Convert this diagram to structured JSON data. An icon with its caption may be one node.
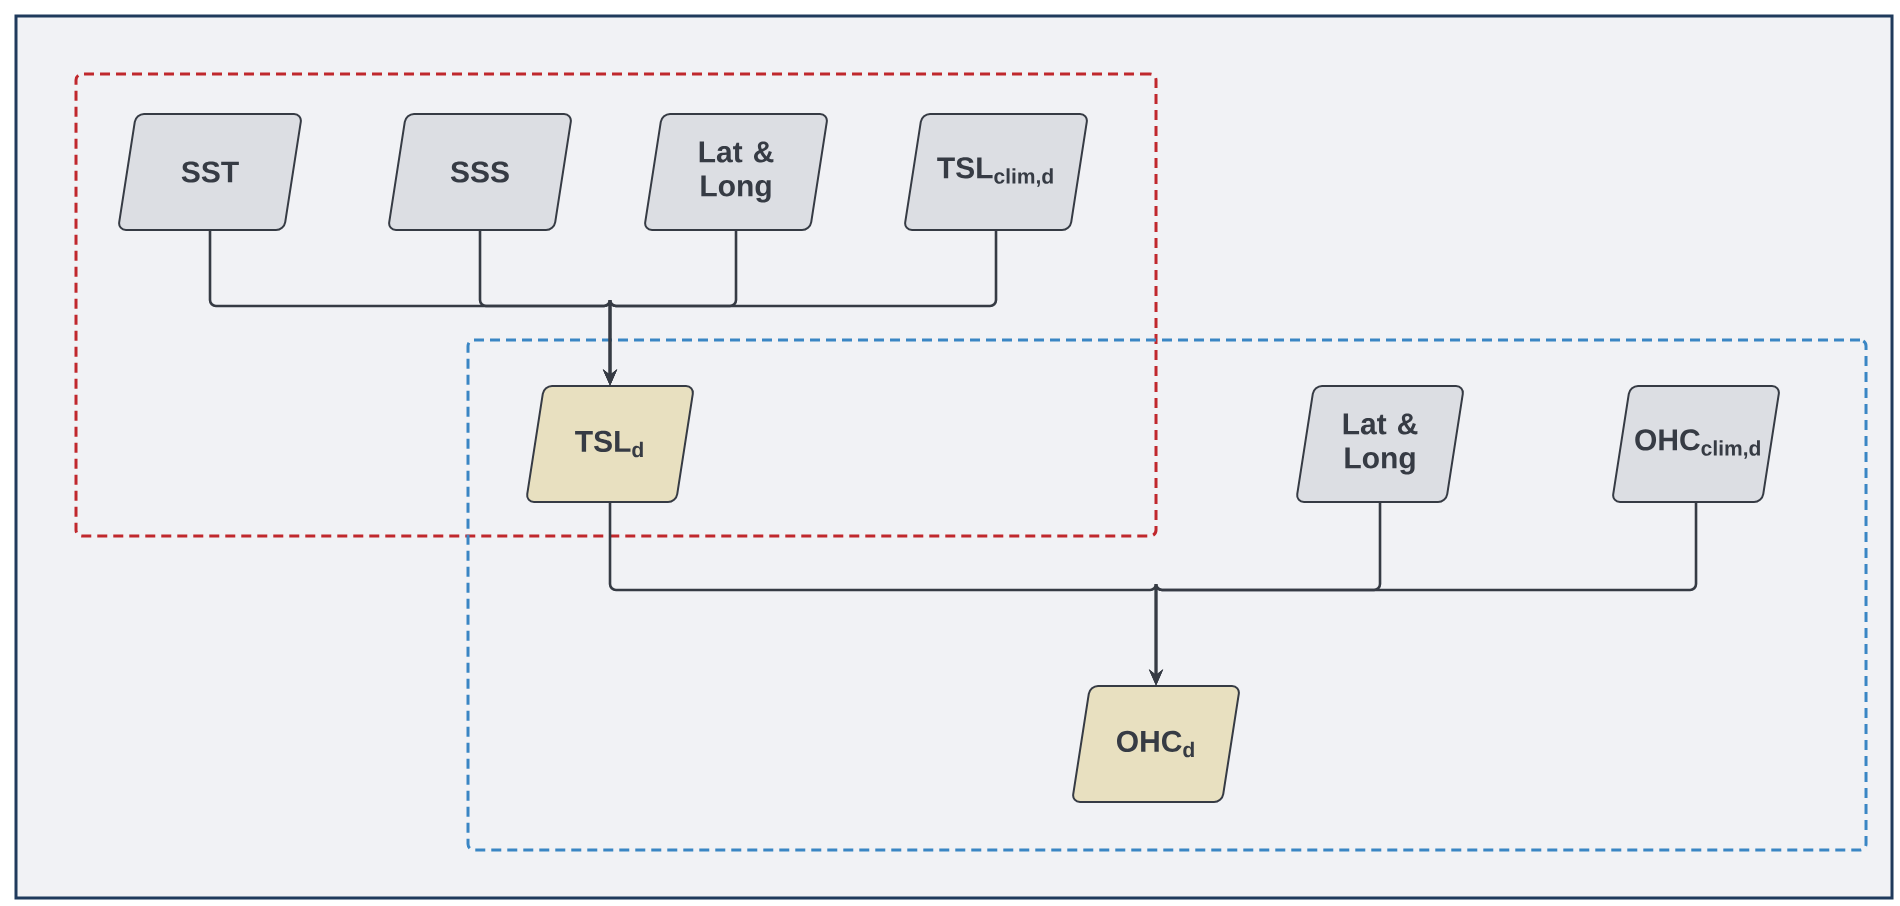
{
  "diagram": {
    "nodes": [
      {
        "text": [],
        "shape": "box"
      },
      {
        "text": [
          "SST"
        ],
        "in": 0
      },
      {
        "text": [
          "SSS"
        ],
        "in": 0
      },
      {
        "text": [
          "Lat & Long"
        ],
        "in": 0
      },
      {
        "text": [
          "TSL$_{clim,d}$"
        ],
        "in": 0
      },
      {
        "text": [],
        "shape": "box"
      },
      {
        "text": [
          "TSL$_{d}$"
        ]
      },
      {
        "text": [
          "Lat & Long"
        ],
        "in": 5
      },
      {
        "text": [
          "OHC$_{clim,d}$"
        ],
        "in": 5
      },
      {
        "text": [
          "OHC$_{d}$"
        ],
        "in": 5
      }
    ],
    "edges": [
      {
        "from": 1,
        "to": 6,
        "arrow": "to"
      },
      {
        "from": 2,
        "to": 6,
        "arrow": "to"
      },
      {
        "from": 3,
        "to": 6,
        "arrow": "to"
      },
      {
        "from": 4,
        "to": 6,
        "arrow": "to"
      },
      {
        "from": 6,
        "to": 9,
        "arrow": "to"
      },
      {
        "from": 7,
        "to": 9,
        "arrow": "to"
      },
      {
        "from": 8,
        "to": 9,
        "arrow": "to"
      }
    ]
  }
}
